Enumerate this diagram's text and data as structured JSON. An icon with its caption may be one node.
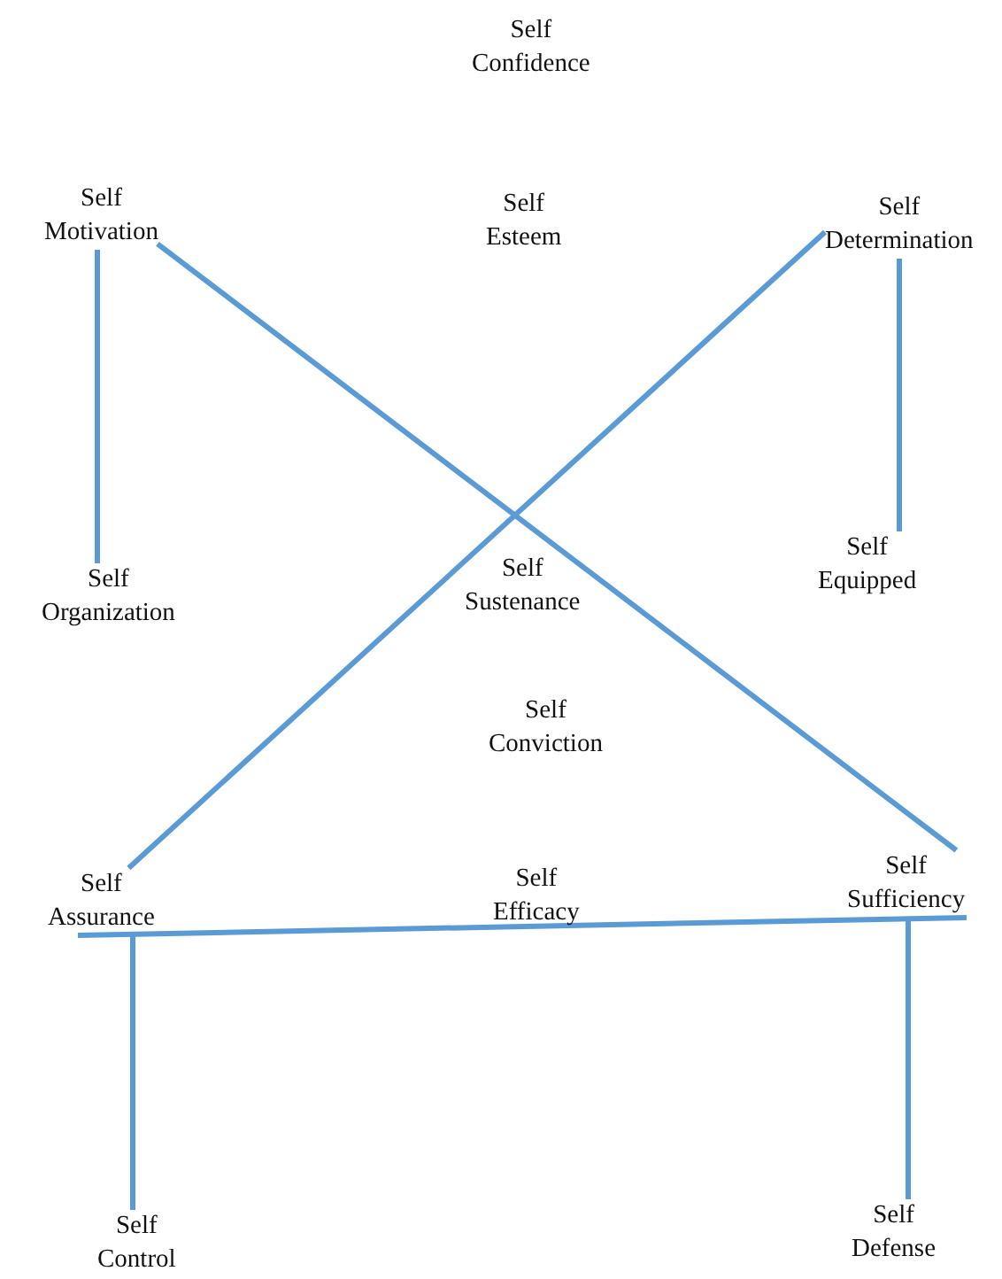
{
  "diagram": {
    "nodes": [
      {
        "text": [
          "Self Confidence"
        ]
      },
      {
        "text": [
          "Self Motivation"
        ]
      },
      {
        "text": [
          "Self Esteem"
        ]
      },
      {
        "text": [
          "Self Determination"
        ]
      },
      {
        "text": [
          "Self Organization"
        ]
      },
      {
        "text": [
          "Self Equipped"
        ]
      },
      {
        "text": [
          "Self Sustenance"
        ]
      },
      {
        "text": [
          "Self Conviction"
        ]
      },
      {
        "text": [
          "Self Assurance"
        ]
      },
      {
        "text": [
          "Self Efficacy"
        ]
      },
      {
        "text": [
          "Self Sufficiency"
        ]
      },
      {
        "text": [
          "Self Control"
        ]
      },
      {
        "text": [
          "Self Defense"
        ]
      }
    ],
    "edges": [
      {
        "from": 1,
        "to": 4,
        "arrow": "none"
      },
      {
        "from": 1,
        "to": 10,
        "arrow": "none"
      },
      {
        "from": 3,
        "to": 8,
        "arrow": "none"
      },
      {
        "from": 3,
        "to": 5,
        "arrow": "none"
      },
      {
        "from": 8,
        "to": 10,
        "arrow": "none"
      },
      {
        "from": 8,
        "to": 11,
        "arrow": "none"
      },
      {
        "from": 10,
        "to": 12,
        "arrow": "none"
      }
    ]
  }
}
